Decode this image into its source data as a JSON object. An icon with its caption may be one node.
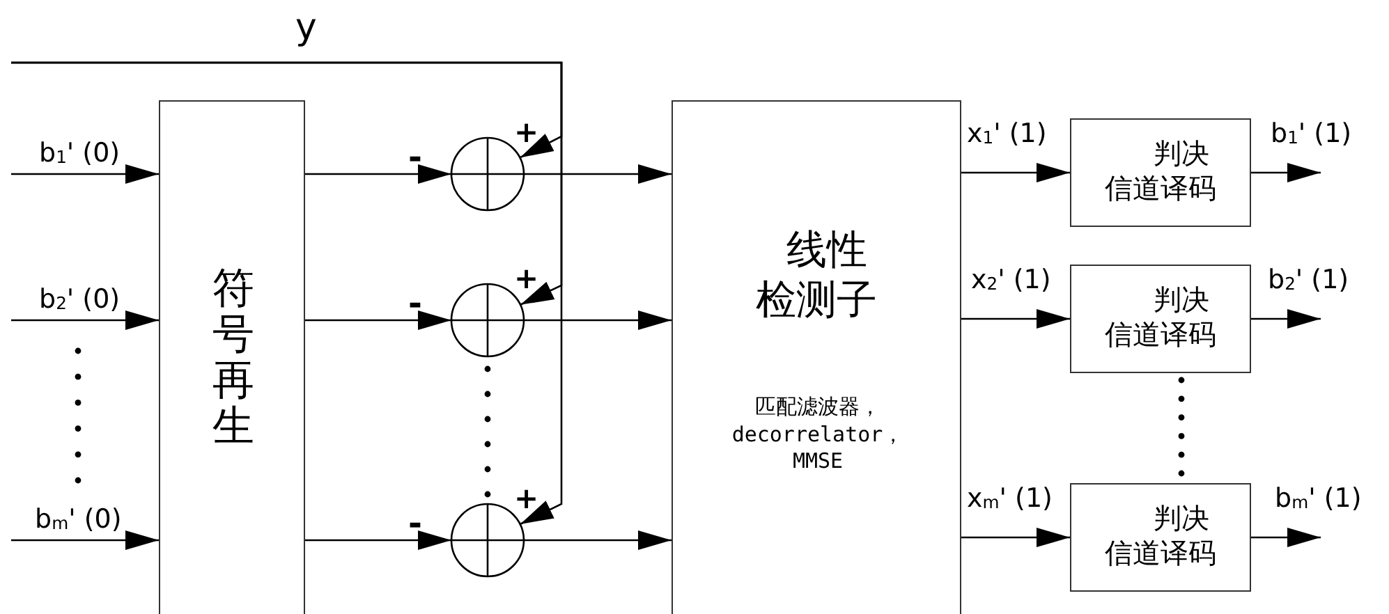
{
  "diagram": {
    "nodes": [
      {
        "text": [
          "符号再生"
        ]
      },
      {
        "text": [],
        "shape": "circle"
      },
      {
        "text": [],
        "shape": "circle"
      },
      {
        "text": [],
        "shape": "circle"
      },
      {
        "text": [
          "线性检测子",
          "匹配滤波器，decorrelator，MMSE"
        ]
      },
      {
        "text": [
          "判决信道译码"
        ]
      },
      {
        "text": [
          "判决信道译码"
        ]
      },
      {
        "text": [
          "判决信道译码"
        ]
      }
    ],
    "edges": [
      {
        "from": null,
        "to": 0,
        "arrow": "to",
        "label": "b$_{1}$' (0)"
      },
      {
        "from": null,
        "to": 0,
        "arrow": "to",
        "label": "b$_{2}$' (0)"
      },
      {
        "from": null,
        "to": 0,
        "arrow": "to",
        "label": "b$_{m}$' (0)"
      },
      {
        "from": 0,
        "to": 1,
        "arrow": "to",
        "label": "-"
      },
      {
        "from": 0,
        "to": 2,
        "arrow": "to",
        "label": "-"
      },
      {
        "from": 0,
        "to": 3,
        "arrow": "to",
        "label": "-"
      },
      {
        "from": null,
        "to": 1,
        "arrow": "to",
        "label": "+"
      },
      {
        "from": null,
        "to": 2,
        "arrow": "to",
        "label": "+"
      },
      {
        "from": null,
        "to": 3,
        "arrow": "to",
        "label": "+"
      },
      {
        "from": 1,
        "to": 4,
        "arrow": "to"
      },
      {
        "from": 2,
        "to": 4,
        "arrow": "to"
      },
      {
        "from": 3,
        "to": 4,
        "arrow": "to"
      },
      {
        "from": 4,
        "to": 5,
        "arrow": "to",
        "label": "x$_{1}$' (1)"
      },
      {
        "from": 4,
        "to": 6,
        "arrow": "to",
        "label": "x$_{2}$' (1)"
      },
      {
        "from": 4,
        "to": 7,
        "arrow": "to",
        "label": "x$_{m}$' (1)"
      },
      {
        "from": 5,
        "to": null,
        "arrow": "to",
        "label": "b$_{1}$' (1)"
      },
      {
        "from": 6,
        "to": null,
        "arrow": "to",
        "label": "b$_{2}$' (1)"
      },
      {
        "from": 7,
        "to": null,
        "arrow": "to",
        "label": "b$_{m}$' (1)"
      }
    ],
    "labels": [
      "y"
    ]
  }
}
